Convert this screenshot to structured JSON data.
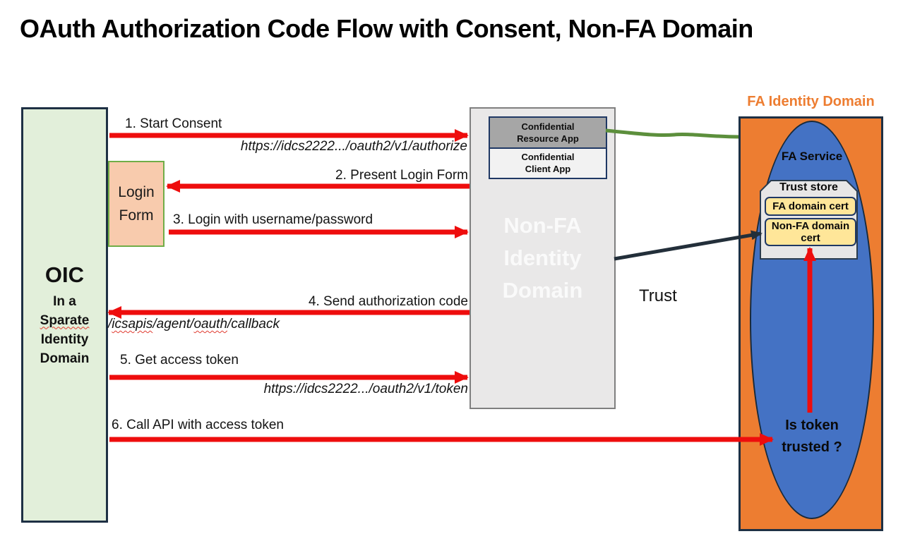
{
  "title": "OAuth Authorization Code Flow with Consent, Non-FA Domain",
  "colors": {
    "arrow_red": "#ee0d0d",
    "navy_border": "#1e3044",
    "oic_fill": "#e2efda",
    "login_fill": "#f8cbad",
    "login_border": "#70ad47",
    "gray_box_fill": "#e9e8e8",
    "resource_app_fill": "#a6a6a6",
    "fa_orange": "#ed7d31",
    "ellipse_blue": "#4472c4",
    "cert_yellow": "#ffe699",
    "trust_line_green": "#5c8f3c",
    "dark_arrow": "#232f3a"
  },
  "oic": {
    "name": "OIC",
    "lines": [
      "In a",
      "Sparate",
      "Identity",
      "Domain"
    ]
  },
  "login_form": {
    "lines": [
      "Login",
      "Form"
    ]
  },
  "non_fa": {
    "resource_app_lines": [
      "Confidential",
      "Resource App"
    ],
    "client_app_lines": [
      "Confidential",
      "Client App"
    ],
    "title_lines": [
      "Non-FA",
      "Identity",
      "Domain"
    ]
  },
  "fa": {
    "heading": "FA Identity Domain",
    "service": "FA Service",
    "trust_store_title": "Trust store",
    "cert1": "FA domain cert",
    "cert2": "Non-FA domain cert",
    "question_lines": [
      "Is token",
      "trusted ?"
    ]
  },
  "trust_label": "Trust",
  "steps": {
    "s1": "1. Start Consent",
    "s1_detail": "https://idcs2222.../oauth2/v1/authorize",
    "s2": "2. Present Login Form",
    "s3": "3. Login with username/password",
    "s4": "4. Send authorization code",
    "s4_p1": "/",
    "s4_w1": "icsapis",
    "s4_p2": "/agent/",
    "s4_w2": "oauth",
    "s4_p3": "/callback",
    "s5": "5. Get access token",
    "s5_detail": "https://idcs2222.../oauth2/v1/token",
    "s6": "6. Call API with access token"
  }
}
